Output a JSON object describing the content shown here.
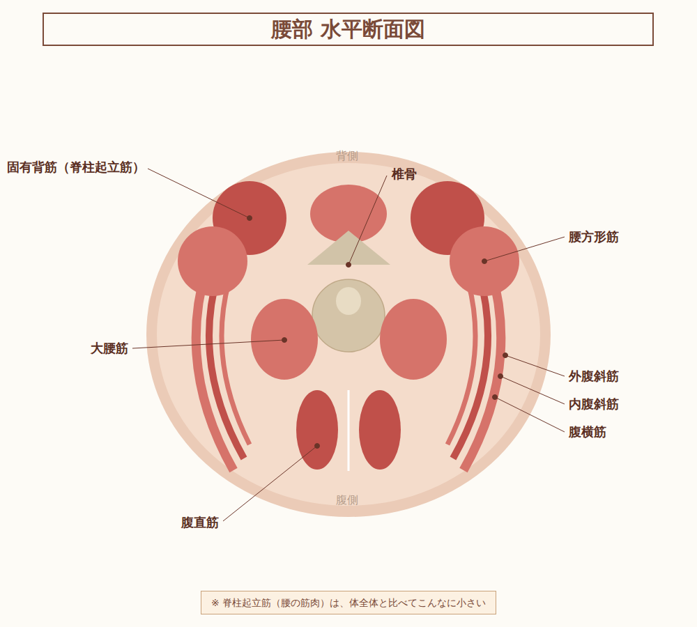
{
  "diagram": {
    "title": "腰部 水平断面図",
    "caption": "※ 脊柱起立筋（腰の筋肉）は、体全体と比べてこんなに小さい",
    "labels": [
      "背側",
      "固有背筋（脊柱起立筋）",
      "椎骨",
      "腰方形筋",
      "大腰筋",
      "外腹斜筋",
      "内腹斜筋",
      "腹横筋",
      "腹直筋",
      "腹側"
    ]
  }
}
